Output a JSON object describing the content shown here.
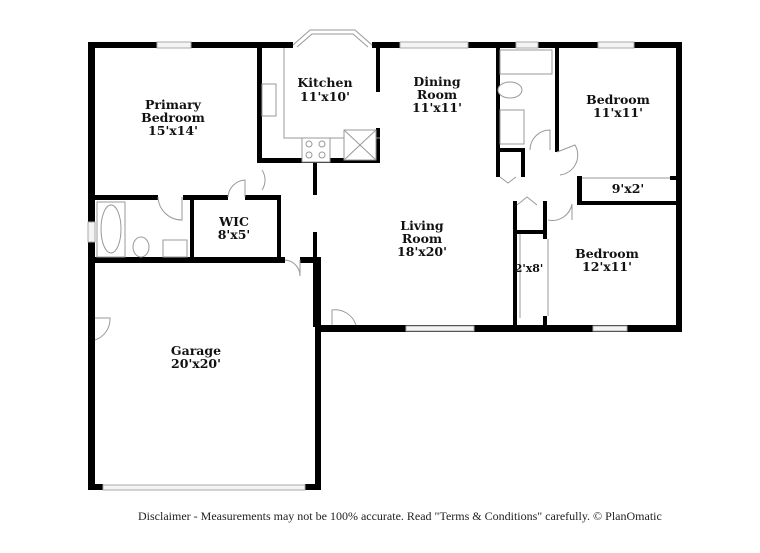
{
  "rooms": {
    "primary_bedroom": {
      "name_line1": "Primary",
      "name_line2": "Bedroom",
      "size": "15'x14'"
    },
    "kitchen": {
      "name": "Kitchen",
      "size": "11'x10'"
    },
    "dining_room": {
      "name_line1": "Dining",
      "name_line2": "Room",
      "size": "11'x11'"
    },
    "bedroom_1": {
      "name": "Bedroom",
      "size": "11'x11'"
    },
    "closet_1": {
      "size": "9'x2'"
    },
    "wic": {
      "name": "WIC",
      "size": "8'x5'"
    },
    "living_room": {
      "name_line1": "Living",
      "name_line2": "Room",
      "size": "18'x20'"
    },
    "closet_2": {
      "size": "2'x8'"
    },
    "bedroom_2": {
      "name": "Bedroom",
      "size": "12'x11'"
    },
    "garage": {
      "name": "Garage",
      "size": "20'x20'"
    }
  },
  "disclaimer": "Disclaimer - Measurements may not be 100% accurate. Read \"Terms & Conditions\" carefully. © PlanOmatic"
}
